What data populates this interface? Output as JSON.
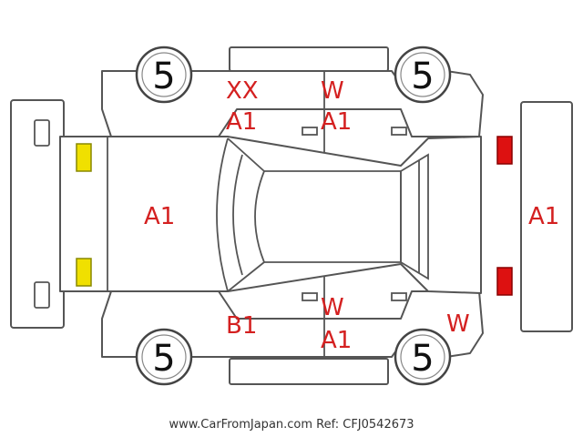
{
  "tires": {
    "front_left": "5",
    "front_right": "5",
    "rear_left": "5",
    "rear_right": "5"
  },
  "marks": {
    "top_left_1": "XX",
    "top_left_2": "A1",
    "top_right_1": "W",
    "top_right_2": "A1",
    "hood": "A1",
    "rear": "A1",
    "bottom_left": "B1",
    "bottom_right_1": "W",
    "bottom_right_2": "A1",
    "rear_corner": "W"
  },
  "lights": {
    "front_color": "#f0e000",
    "rear_color": "#dd1111"
  },
  "footer": {
    "text": "www.CarFromJapan.com Ref: CFJ0542673"
  }
}
